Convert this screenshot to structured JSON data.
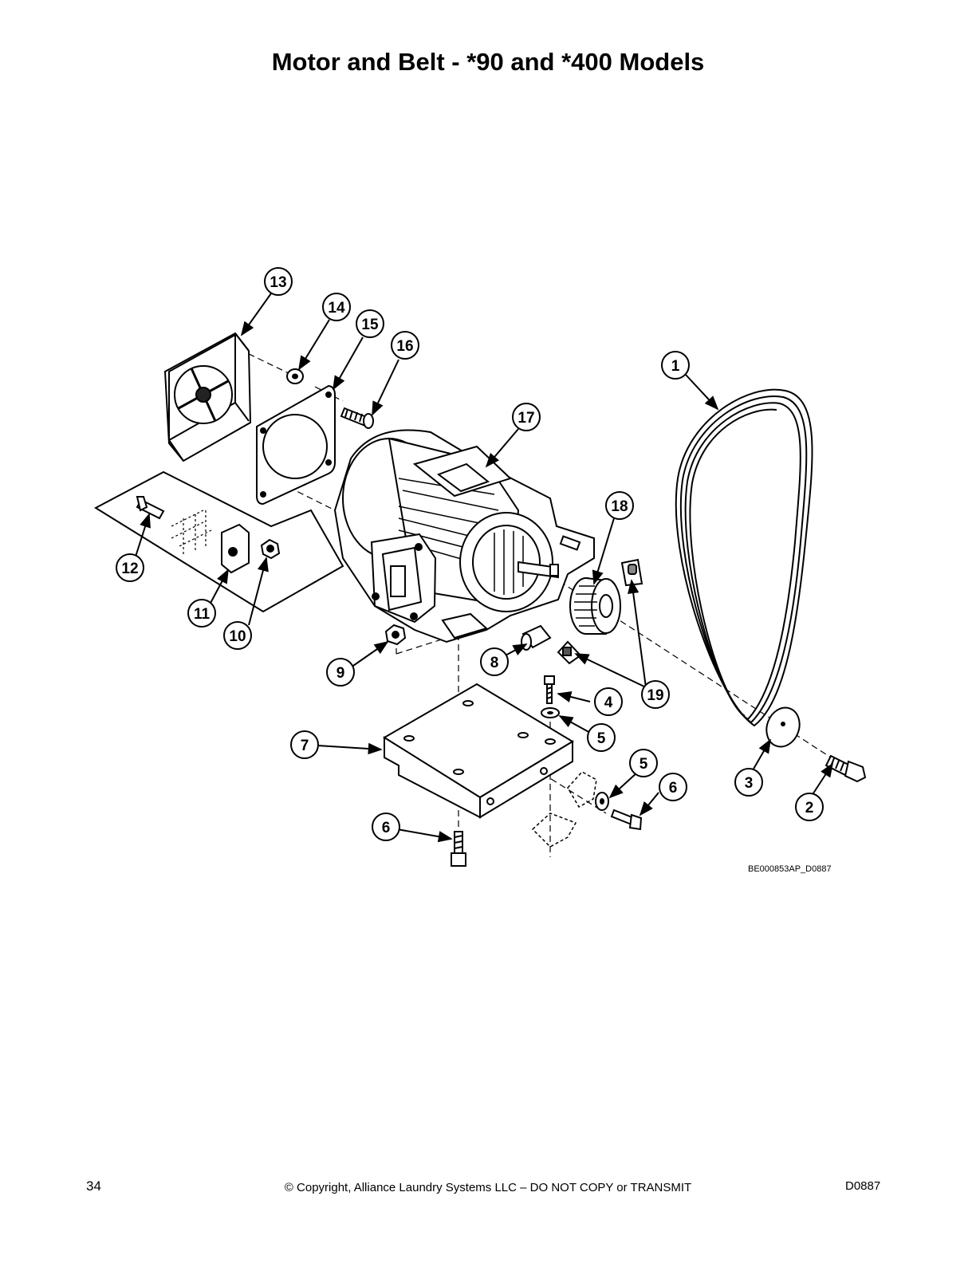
{
  "page": {
    "title": "Motor and Belt - *90 and *400 Models",
    "figure_id": "BE000853AP_D0887",
    "page_number": "34",
    "copyright": "© Copyright, Alliance Laundry Systems LLC – DO NOT COPY or TRANSMIT",
    "doc_code": "D0887"
  },
  "callouts": [
    {
      "id": "callout-1",
      "label": "1"
    },
    {
      "id": "callout-2",
      "label": "2"
    },
    {
      "id": "callout-3",
      "label": "3"
    },
    {
      "id": "callout-4",
      "label": "4"
    },
    {
      "id": "callout-5a",
      "label": "5"
    },
    {
      "id": "callout-5b",
      "label": "5"
    },
    {
      "id": "callout-6a",
      "label": "6"
    },
    {
      "id": "callout-6b",
      "label": "6"
    },
    {
      "id": "callout-7",
      "label": "7"
    },
    {
      "id": "callout-8",
      "label": "8"
    },
    {
      "id": "callout-9",
      "label": "9"
    },
    {
      "id": "callout-10",
      "label": "10"
    },
    {
      "id": "callout-11",
      "label": "11"
    },
    {
      "id": "callout-12",
      "label": "12"
    },
    {
      "id": "callout-13",
      "label": "13"
    },
    {
      "id": "callout-14",
      "label": "14"
    },
    {
      "id": "callout-15",
      "label": "15"
    },
    {
      "id": "callout-16",
      "label": "16"
    },
    {
      "id": "callout-17",
      "label": "17"
    },
    {
      "id": "callout-18",
      "label": "18"
    },
    {
      "id": "callout-19",
      "label": "19"
    }
  ]
}
